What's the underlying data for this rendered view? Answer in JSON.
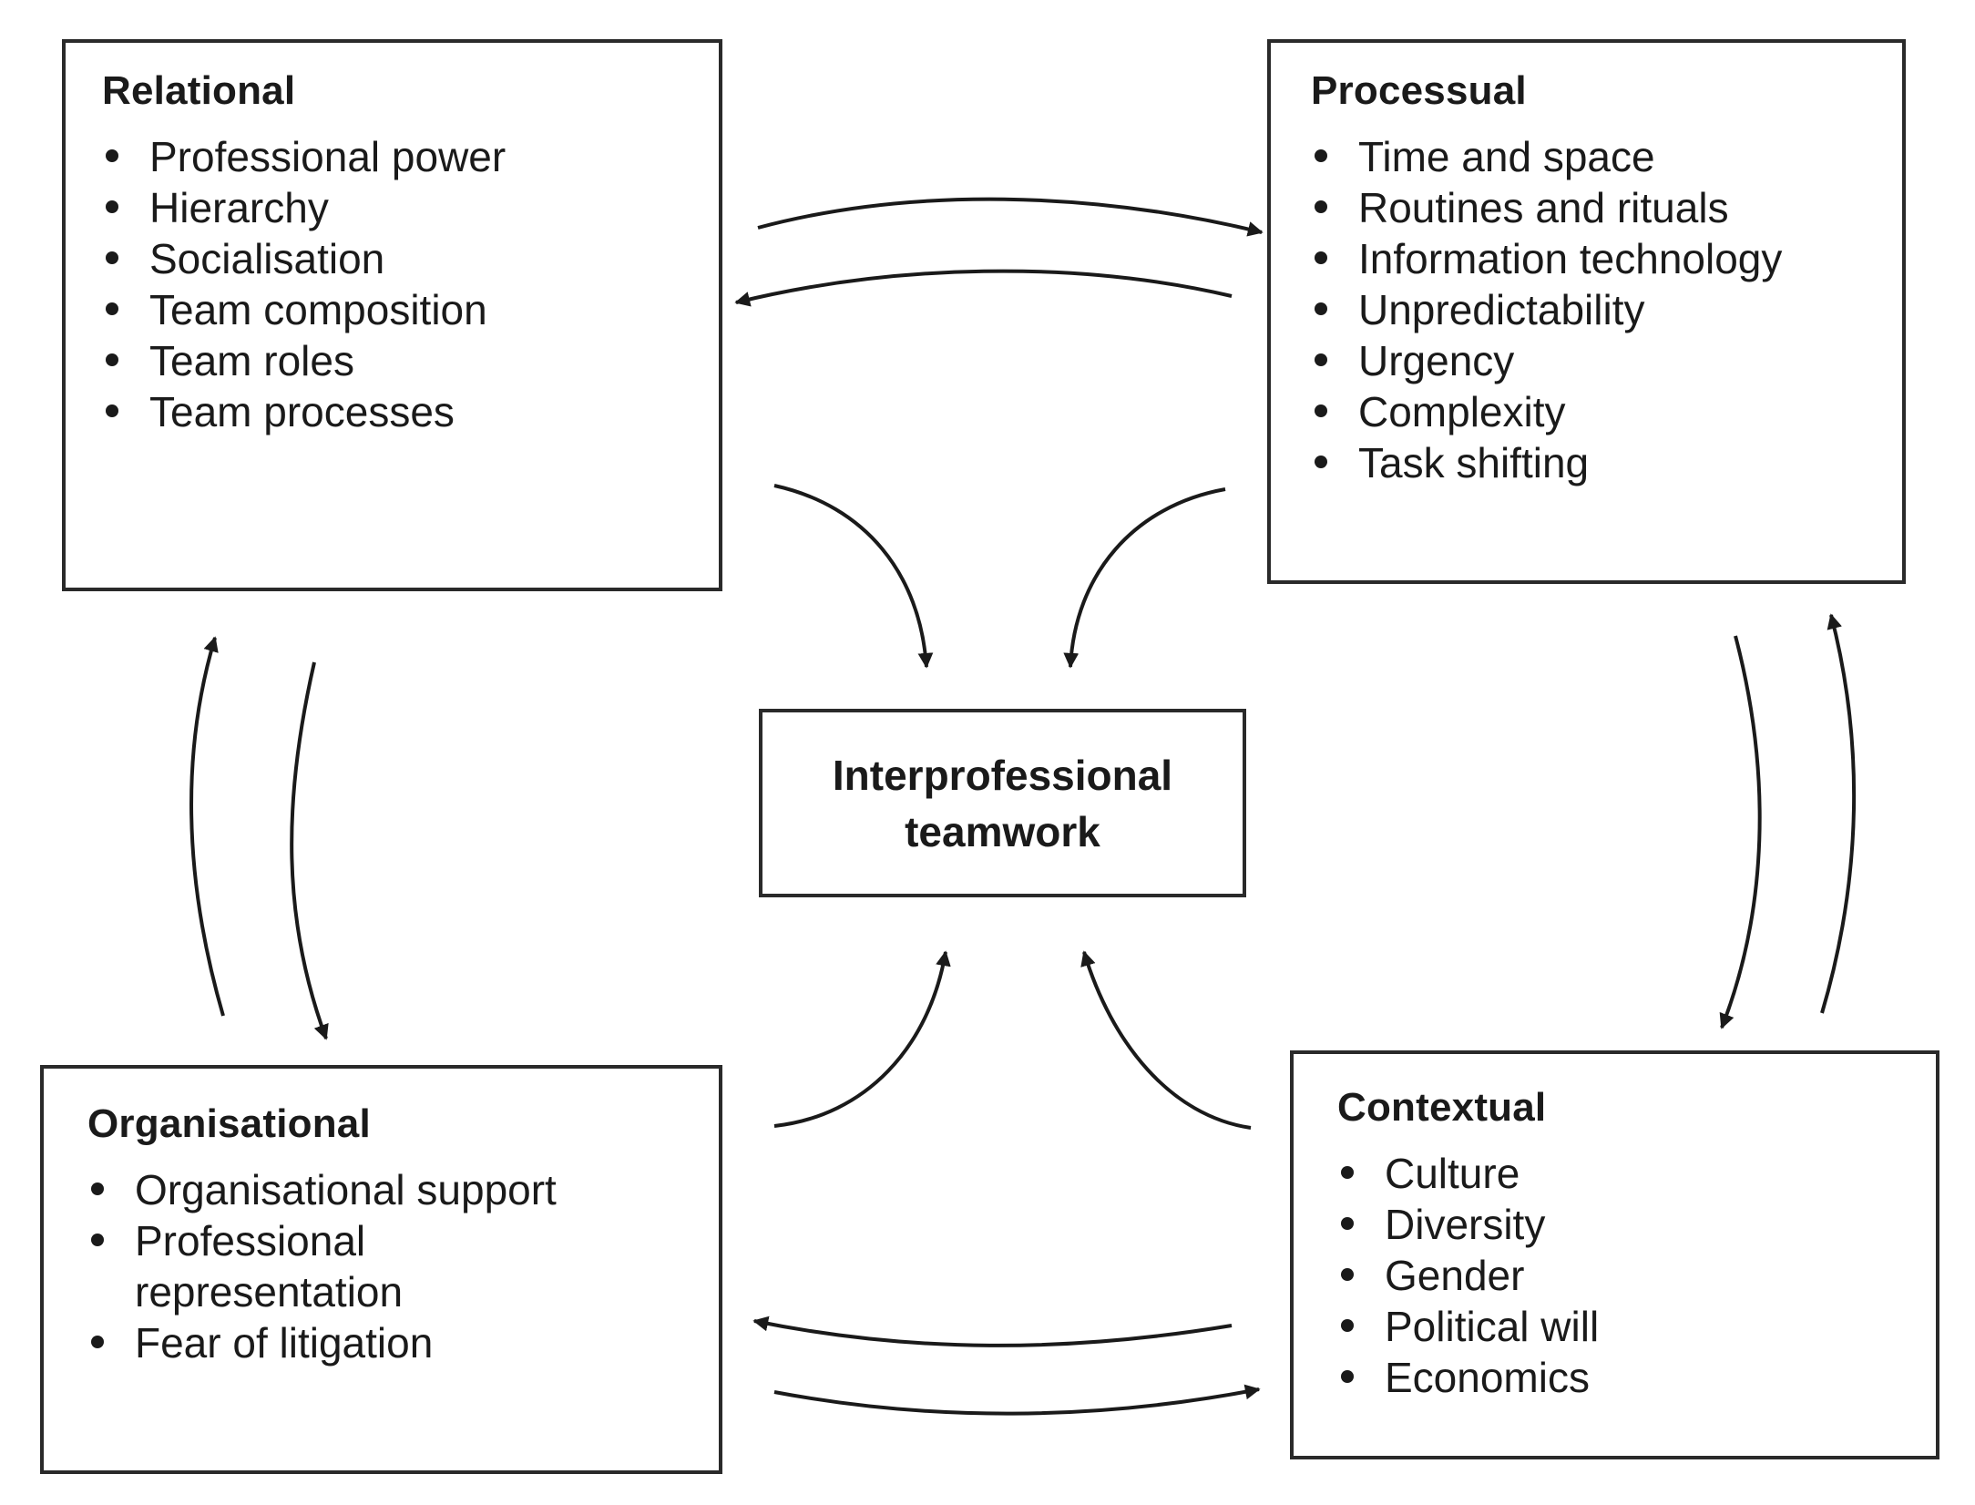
{
  "center": {
    "line1": "Interprofessional",
    "line2": "teamwork"
  },
  "boxes": {
    "relational": {
      "title": "Relational",
      "items": [
        "Professional power",
        "Hierarchy",
        "Socialisation",
        "Team composition",
        "Team roles",
        "Team processes"
      ]
    },
    "processual": {
      "title": "Processual",
      "items": [
        "Time and space",
        "Routines and rituals",
        "Information technology",
        "Unpredictability",
        "Urgency",
        "Complexity",
        "Task shifting"
      ]
    },
    "organisational": {
      "title": "Organisational",
      "items": [
        "Organisational support",
        "Professional representation",
        "Fear of litigation"
      ]
    },
    "contextual": {
      "title": "Contextual",
      "items": [
        "Culture",
        "Diversity",
        "Gender",
        "Political will",
        "Economics"
      ]
    }
  },
  "colors": {
    "line": "#2a2a2a",
    "text": "#1a1a1a",
    "background": "#ffffff"
  }
}
